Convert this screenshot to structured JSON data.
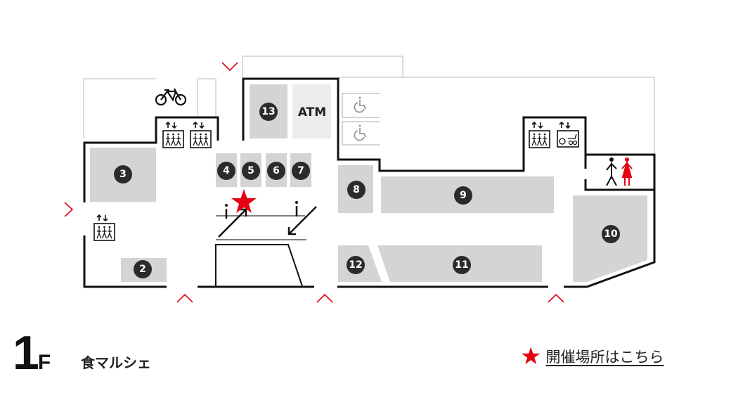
{
  "floor": {
    "number": "1",
    "suffix": "F"
  },
  "title": "食マルシェ",
  "legend": {
    "icon": "star-icon",
    "label": "開催場所はこちら"
  },
  "shops": [
    {
      "id": "2"
    },
    {
      "id": "3"
    },
    {
      "id": "4"
    },
    {
      "id": "5"
    },
    {
      "id": "6"
    },
    {
      "id": "7"
    },
    {
      "id": "8"
    },
    {
      "id": "9"
    },
    {
      "id": "10"
    },
    {
      "id": "11"
    },
    {
      "id": "12"
    },
    {
      "id": "13"
    }
  ],
  "atm": "ATM",
  "colors": {
    "accent": "#e60012",
    "shop": "#d4d4d4",
    "atm": "#ececec",
    "wall": "#111111",
    "badge": "#2b2b2b"
  }
}
